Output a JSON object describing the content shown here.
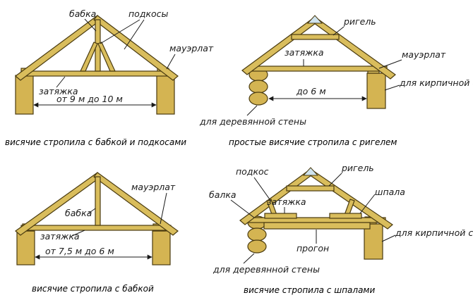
{
  "colors": {
    "wood": "#d9bd5c",
    "wall": "#d4b452",
    "outline": "#4a3b10",
    "ridge_plate": "#cfe3ee",
    "text": "#1a1a1a"
  },
  "diagrams": [
    {
      "id": "truss-kingpost-struts",
      "caption": "висячие стропила с бабкой и подкосами",
      "labels": {
        "kingpost": "бабка",
        "struts": "подкосы",
        "wallplate": "мауэрлат",
        "tie": "затяжка",
        "span": "от 9 м до 10 м"
      }
    },
    {
      "id": "truss-collar",
      "caption": "простые висячие стропила с ригелем",
      "labels": {
        "collar": "ригель",
        "tie": "затяжка",
        "wallplate": "мауэрлат",
        "span": "до 6 м",
        "brick_wall": "для кирпичной стены",
        "wood_wall": "для деревянной стены"
      }
    },
    {
      "id": "truss-kingpost",
      "caption": "висячие стропила с бабкой",
      "labels": {
        "wallplate": "мауэрлат",
        "kingpost": "бабка",
        "tie": "затяжка",
        "span": "от 7,5 м до 6 м"
      }
    },
    {
      "id": "truss-sleepers",
      "caption": "висячие стропила с шпалами",
      "labels": {
        "strut": "подкос",
        "collar": "ригель",
        "beam": "балка",
        "tie": "затяжка",
        "sleeper": "шпала",
        "brick_wall": "для кирпичной стены",
        "purlin": "прогон",
        "wood_wall": "для деревянной стены"
      }
    }
  ]
}
